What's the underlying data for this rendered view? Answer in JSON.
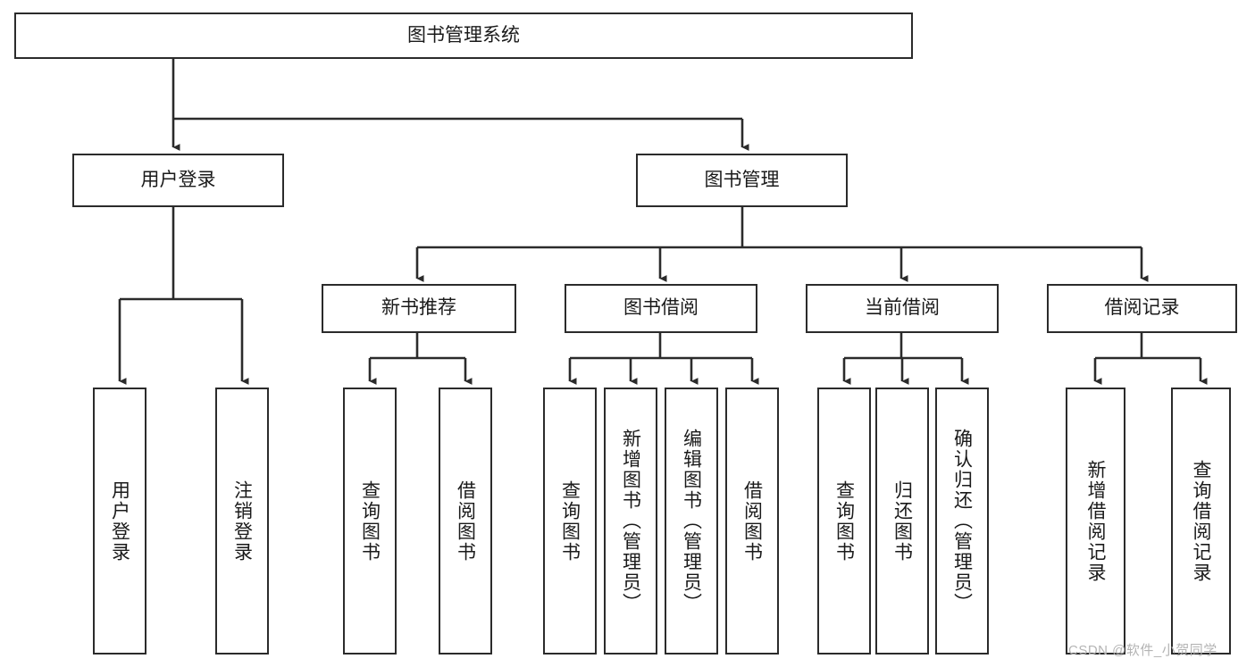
{
  "diagram": {
    "type": "hierarchy-tree",
    "title": "图书管理系统",
    "root": {
      "id": "root",
      "label": "图书管理系统"
    },
    "level2": [
      {
        "id": "user-login",
        "label": "用户登录"
      },
      {
        "id": "book-management",
        "label": "图书管理"
      }
    ],
    "level3": [
      {
        "id": "new-book-recommend",
        "label": "新书推荐",
        "parent": "book-management"
      },
      {
        "id": "book-borrow",
        "label": "图书借阅",
        "parent": "book-management"
      },
      {
        "id": "current-borrow",
        "label": "当前借阅",
        "parent": "book-management"
      },
      {
        "id": "borrow-record",
        "label": "借阅记录",
        "parent": "book-management"
      }
    ],
    "leaves": [
      {
        "id": "leaf-user-login",
        "label": "用户登录",
        "parent": "user-login"
      },
      {
        "id": "leaf-logout-login",
        "label": "注销登录",
        "parent": "user-login"
      },
      {
        "id": "leaf-query-book-1",
        "label": "查询图书",
        "parent": "new-book-recommend"
      },
      {
        "id": "leaf-borrow-book-1",
        "label": "借阅图书",
        "parent": "new-book-recommend"
      },
      {
        "id": "leaf-query-book-2",
        "label": "查询图书",
        "parent": "book-borrow"
      },
      {
        "id": "leaf-add-book",
        "label": "新增图书（管理员）",
        "parent": "book-borrow"
      },
      {
        "id": "leaf-edit-book",
        "label": "编辑图书（管理员）",
        "parent": "book-borrow"
      },
      {
        "id": "leaf-borrow-book-2",
        "label": "借阅图书",
        "parent": "book-borrow"
      },
      {
        "id": "leaf-query-book-3",
        "label": "查询图书",
        "parent": "current-borrow"
      },
      {
        "id": "leaf-return-book",
        "label": "归还图书",
        "parent": "current-borrow"
      },
      {
        "id": "leaf-confirm-return",
        "label": "确认归还（管理员）",
        "parent": "current-borrow"
      },
      {
        "id": "leaf-add-record",
        "label": "新增借阅记录",
        "parent": "borrow-record"
      },
      {
        "id": "leaf-query-record",
        "label": "查询借阅记录",
        "parent": "borrow-record"
      }
    ],
    "colors": {
      "box_border": "#2b2b2b",
      "box_fill": "#ffffff",
      "connector": "#2b2b2b",
      "text": "#1a1a1a",
      "watermark": "#b4b4b4",
      "background": "#ffffff"
    }
  },
  "watermark": {
    "text": "CSDN @软件_小贺同学"
  }
}
